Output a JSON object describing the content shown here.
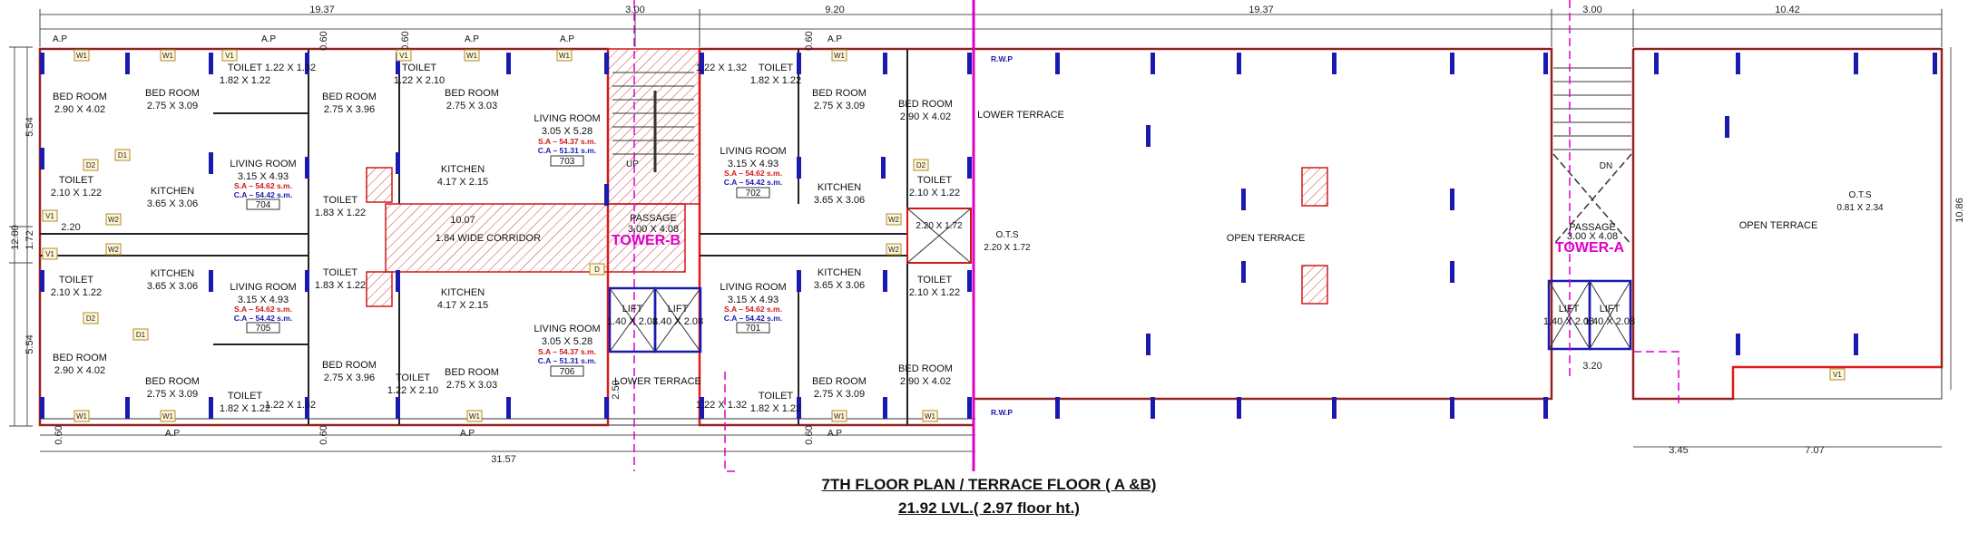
{
  "title": {
    "line1": "7TH  FLOOR PLAN / TERRACE FLOOR ( A &B)",
    "line2": "21.92 LVL.( 2.97 floor ht.)"
  },
  "dimensions": {
    "top": [
      "19.37",
      "3.00",
      "9.20",
      "19.37",
      "3.00",
      "10.42"
    ],
    "bottom_left": "31.57",
    "bottom_right": [
      "3.45",
      "7.07"
    ],
    "left": [
      "5.54",
      "1.72",
      "5.54"
    ],
    "left_overall": "12.80",
    "right_overall": "10.86",
    "misc": [
      "0.60",
      "0.60",
      "0.60",
      "0.60",
      "0.60",
      "0.60",
      "3.20",
      "2.20",
      "10.07",
      "1.84",
      "2.50"
    ]
  },
  "markers": {
    "ap": "A.P",
    "rwp": "R.W.P",
    "windows": [
      "W1",
      "W2",
      "V1",
      "D",
      "D1",
      "D2"
    ]
  },
  "rooms": {
    "bed_room": "BED ROOM",
    "living_room": "LIVING ROOM",
    "kitchen": "KITCHEN",
    "toilet": "TOILET",
    "passage": "PASSAGE",
    "lift": "LIFT",
    "lower_terrace": "LOWER TERRACE",
    "open_terrace": "OPEN TERRACE",
    "ots": "O.T.S",
    "corridor": "1.84 WIDE CORRIDOR",
    "up": "UP",
    "dn": "DN"
  },
  "sizes": {
    "bed_290": "2.90 X 4.02",
    "bed_275_309": "2.75 X 3.09",
    "bed_275_396": "2.75 X 3.96",
    "bed_275_303": "2.75 X 3.03",
    "toilet_182": "1.82 X 1.22",
    "toilet_210": "2.10 X 1.22",
    "toilet_183": "1.83 X 1.22",
    "toilet_122": "1.22 X 1.32",
    "toilet_122_210": "1.22 X 2.10",
    "living_315": "3.15 X 4.93",
    "living_305": "3.05 X 5.28",
    "kitchen_365": "3.65 X 3.06",
    "kitchen_417": "4.17 X 2.15",
    "passage_300": "3.00 X 4.08",
    "lift": "1.40 X 2.08",
    "ots_220": "2.20 X 1.72",
    "ots_081": "0.81 X 2.34"
  },
  "areas": {
    "sa_5462": "S.A – 54.62 s.m.",
    "ca_5442": "C.A – 54.42 s.m.",
    "sa_5437": "S.A – 54.37 s.m.",
    "ca_5131": "C.A – 51.31 s.m."
  },
  "flats": [
    "704",
    "703",
    "705",
    "706",
    "702",
    "701"
  ],
  "towers": {
    "b": "TOWER-B",
    "a": "TOWER-A"
  }
}
